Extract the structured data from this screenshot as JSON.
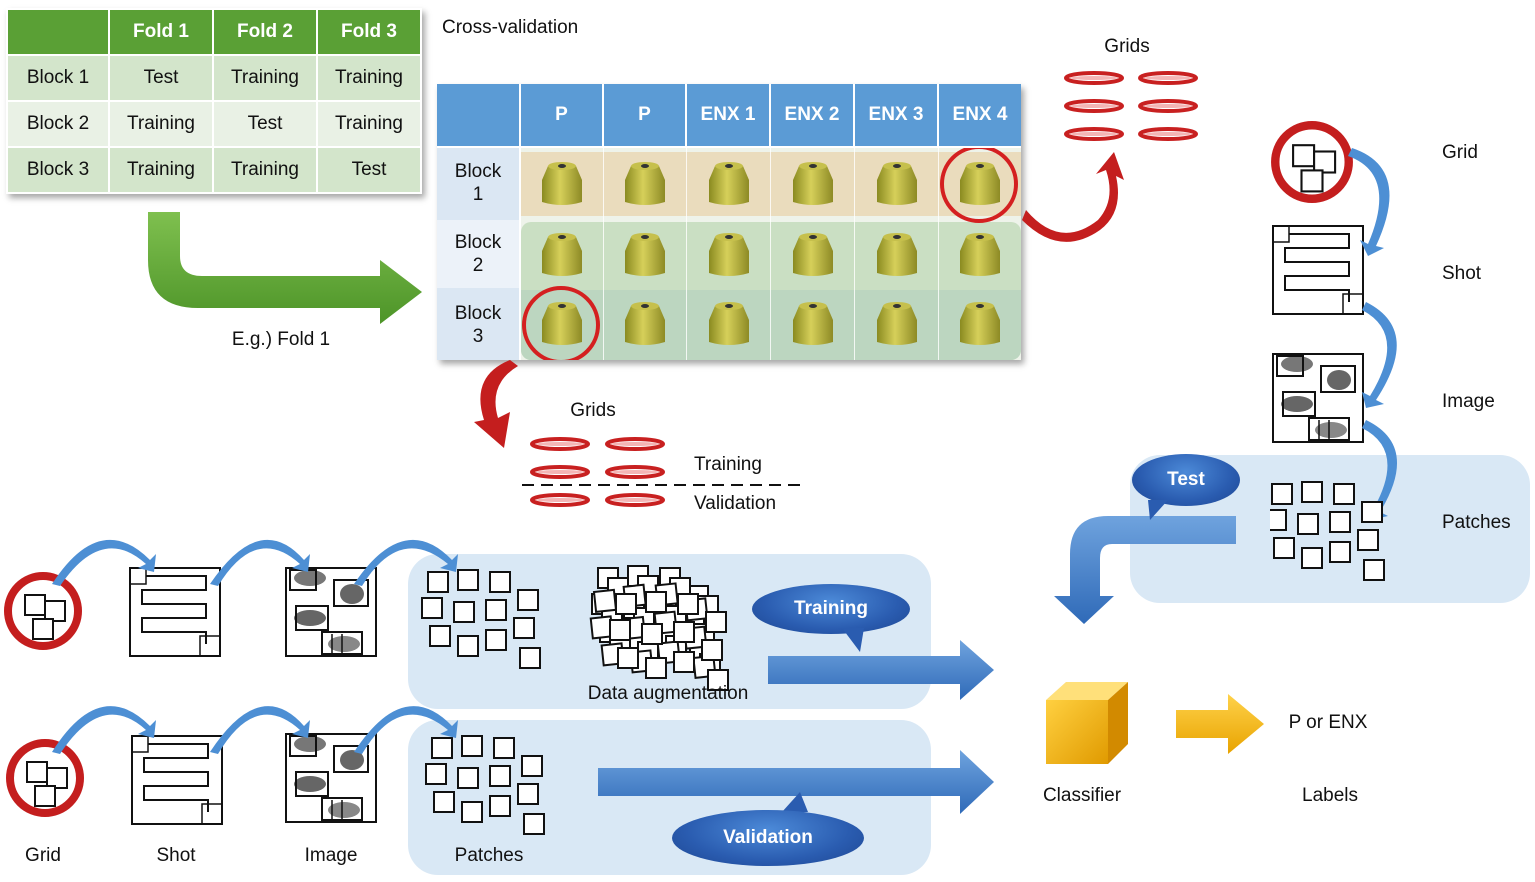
{
  "fold_table": {
    "headers": [
      "",
      "Fold 1",
      "Fold 2",
      "Fold 3"
    ],
    "rows": [
      [
        "Block 1",
        "Test",
        "Training",
        "Training"
      ],
      [
        "Block 2",
        "Training",
        "Test",
        "Training"
      ],
      [
        "Block 3",
        "Training",
        "Training",
        "Test"
      ]
    ]
  },
  "cross_validation": {
    "title": "Cross-validation",
    "columns": [
      "P",
      "P",
      "ENX 1",
      "ENX 2",
      "ENX 3",
      "ENX 4"
    ],
    "rows": [
      {
        "line1": "Block",
        "line2": "1"
      },
      {
        "line1": "Block",
        "line2": "2"
      },
      {
        "line1": "Block",
        "line2": "3"
      }
    ]
  },
  "fold_arrow_label": "E.g.) Fold 1",
  "grids_top_label": "Grids",
  "grids_mid": {
    "label": "Grids",
    "training": "Training",
    "validation": "Validation"
  },
  "pipeline_right": {
    "grid": "Grid",
    "shot": "Shot",
    "image": "Image",
    "patches": "Patches",
    "test": "Test"
  },
  "pipeline_bottom": {
    "grid": "Grid",
    "shot": "Shot",
    "image": "Image",
    "patches": "Patches",
    "data_augmentation": "Data augmentation",
    "training": "Training",
    "validation": "Validation"
  },
  "classifier_label": "Classifier",
  "output_label": "P or ENX",
  "labels_label": "Labels",
  "colors": {
    "green": "#5aa035",
    "blue": "#5b9bd5",
    "red": "#cc1f1f",
    "yellow": "#f0b400"
  }
}
